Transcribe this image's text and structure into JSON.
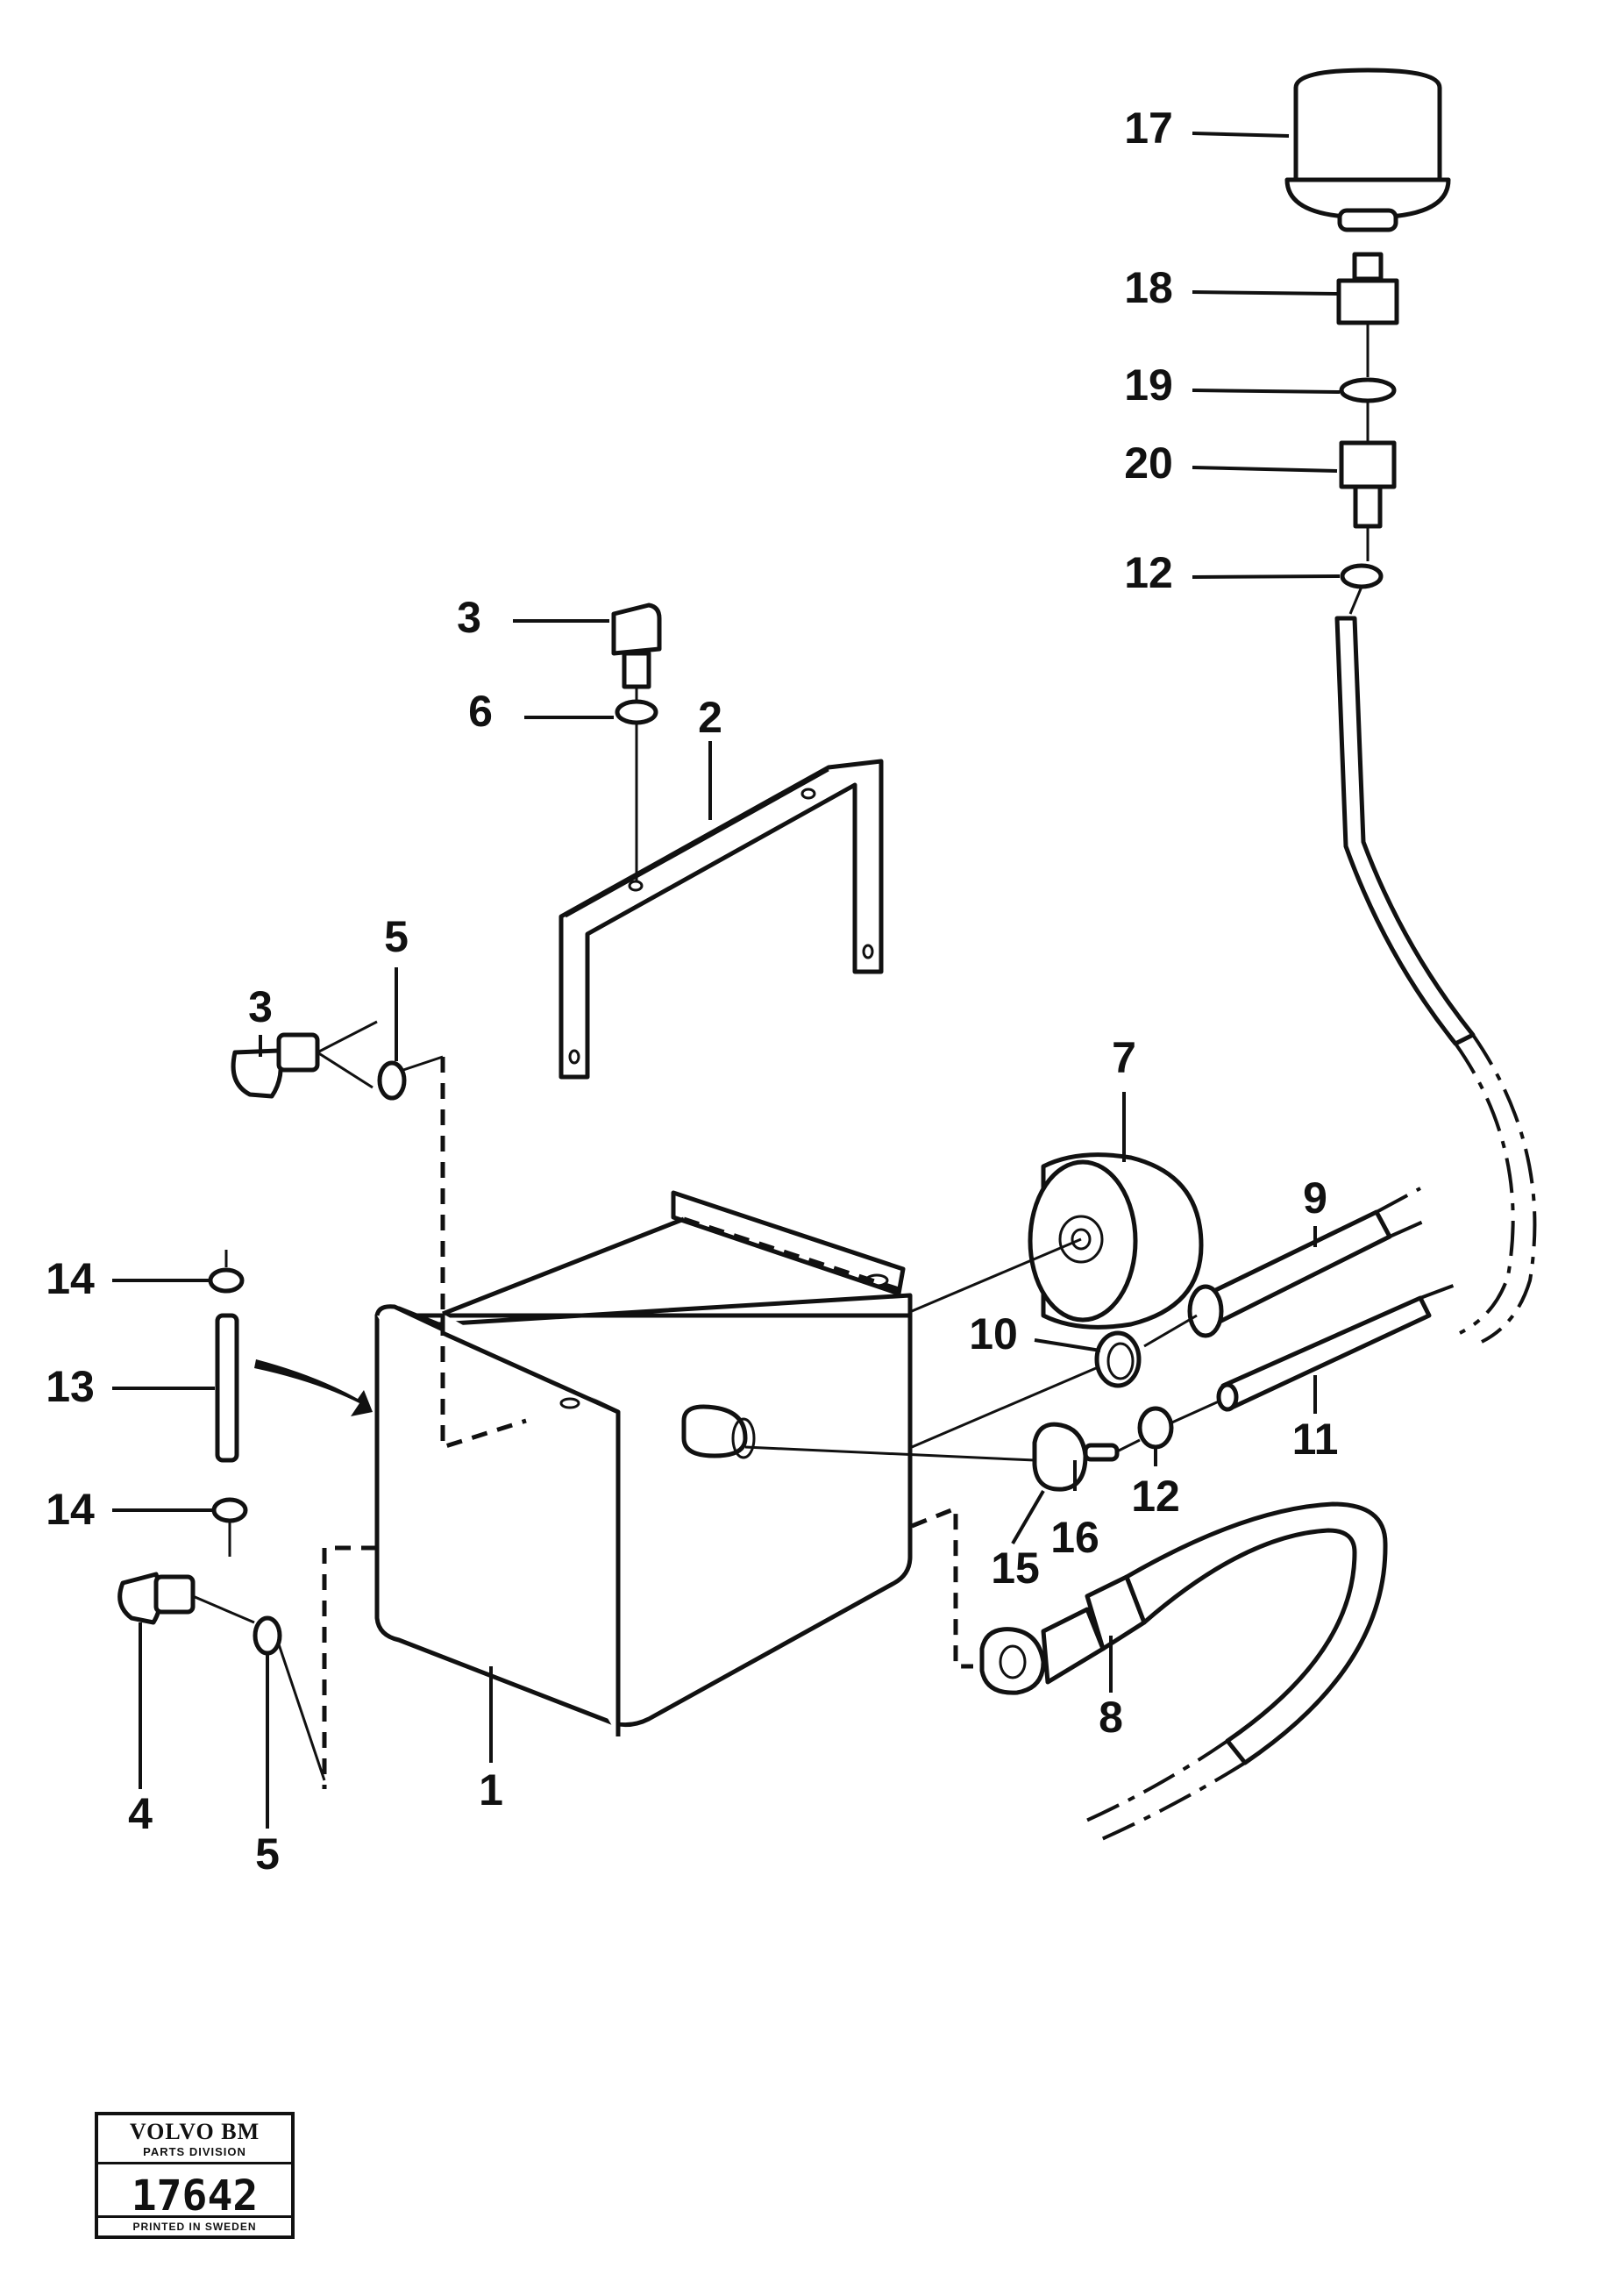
{
  "labels": {
    "l1": "1",
    "l2": "2",
    "l3a": "3",
    "l3b": "3",
    "l4": "4",
    "l5a": "5",
    "l5b": "5",
    "l6": "6",
    "l7": "7",
    "l8": "8",
    "l9": "9",
    "l10": "10",
    "l11": "11",
    "l12a": "12",
    "l12b": "12",
    "l13": "13",
    "l14a": "14",
    "l14b": "14",
    "l15": "15",
    "l16": "16",
    "l17": "17",
    "l18": "18",
    "l19": "19",
    "l20": "20"
  },
  "stamp": {
    "brand": "VOLVO BM",
    "division": "PARTS DIVISION",
    "number": "17642",
    "footer": "PRINTED IN SWEDEN"
  }
}
